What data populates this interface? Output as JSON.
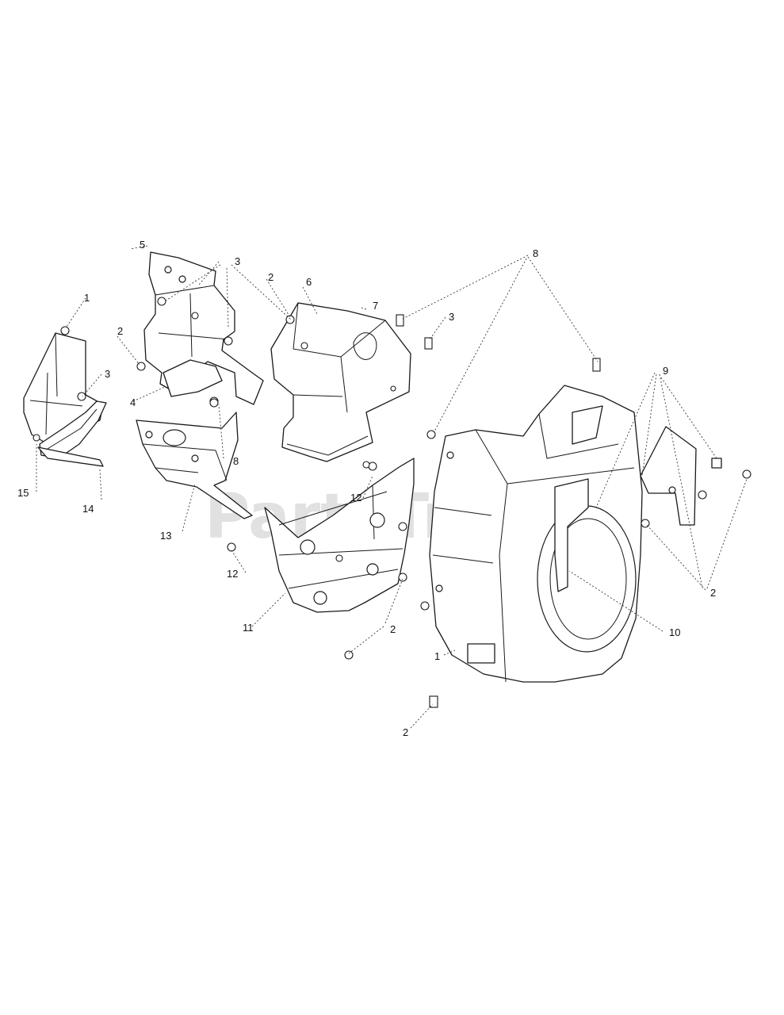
{
  "watermark": {
    "text": "PartsTree",
    "trademark": "™"
  },
  "callouts": {
    "c1a": "1",
    "c1b": "1",
    "c2a": "2",
    "c2b": "2",
    "c2c": "2",
    "c2d": "2",
    "c2e": "2",
    "c3a": "3",
    "c3b": "3",
    "c3c": "3",
    "c4": "4",
    "c5": "5",
    "c6": "6",
    "c7": "7",
    "c8a": "8",
    "c8b": "8",
    "c9": "9",
    "c10": "10",
    "c11": "11",
    "c12a": "12",
    "c12b": "12",
    "c13": "13",
    "c14": "14",
    "c15": "15"
  },
  "colors": {
    "line": "#1a1a1a",
    "background": "#ffffff",
    "watermark": "#c9c9c9"
  }
}
